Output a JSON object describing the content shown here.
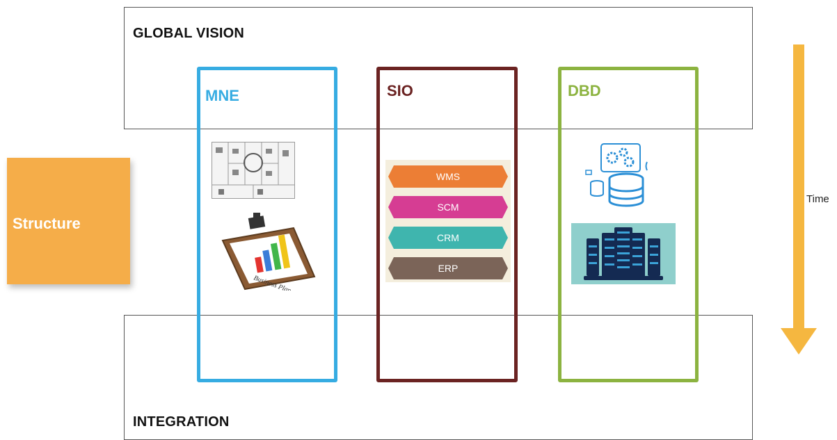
{
  "bands": {
    "top_title": "GLOBAL VISION",
    "bottom_title": "INTEGRATION"
  },
  "side": {
    "structure_label": "Structure"
  },
  "columns": [
    {
      "title": "MNE",
      "color": "#36ace2"
    },
    {
      "title": "SIO",
      "color": "#6b2322"
    },
    {
      "title": "DBD",
      "color": "#8cb340"
    }
  ],
  "stack": {
    "layers": [
      "WMS",
      "SCM",
      "CRM",
      "ERP"
    ]
  },
  "mne_images": {
    "business_plan_text": "Business Plan"
  },
  "time": {
    "label": "Time",
    "color": "#f5b740"
  }
}
